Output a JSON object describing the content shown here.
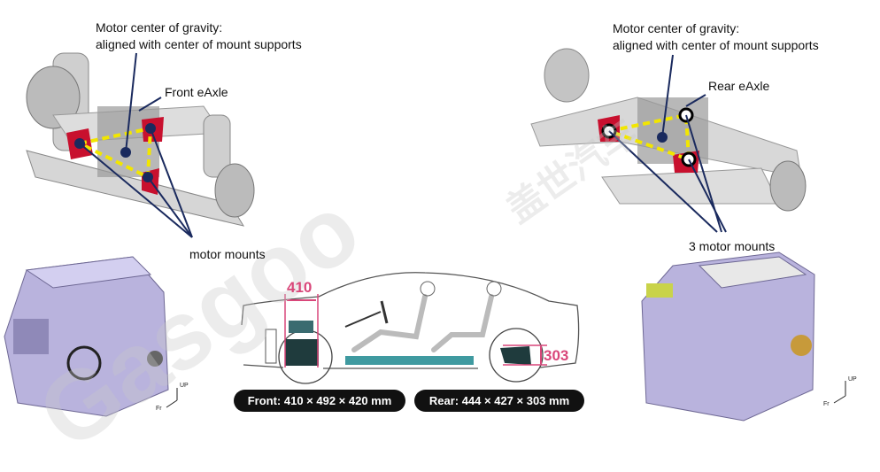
{
  "front": {
    "cog_line1": "Motor center of gravity:",
    "cog_line2": "aligned with center of mount supports",
    "eaxle_label": "Front eAxle",
    "mounts_label": "motor mounts",
    "pill": "Front: 410 × 492 × 420 mm",
    "dim": "410"
  },
  "rear": {
    "cog_line1": "Motor center of gravity:",
    "cog_line2": "aligned with center of mount supports",
    "eaxle_label": "Rear eAxle",
    "mounts_label": "3 motor mounts",
    "pill": "Rear: 444 × 427 × 303 mm",
    "dim": "303"
  },
  "axes": {
    "up": "UP",
    "fr": "Fr"
  },
  "watermark": {
    "latin": "Gasgoo",
    "chinese": "盖世汽车"
  },
  "colors": {
    "accent": "#d9477a",
    "leader": "#1a2a5e",
    "mount": "#c8102e",
    "triangle": "#f2e600",
    "motor": "#b9b3dd",
    "battery": "#3f9aa0"
  }
}
